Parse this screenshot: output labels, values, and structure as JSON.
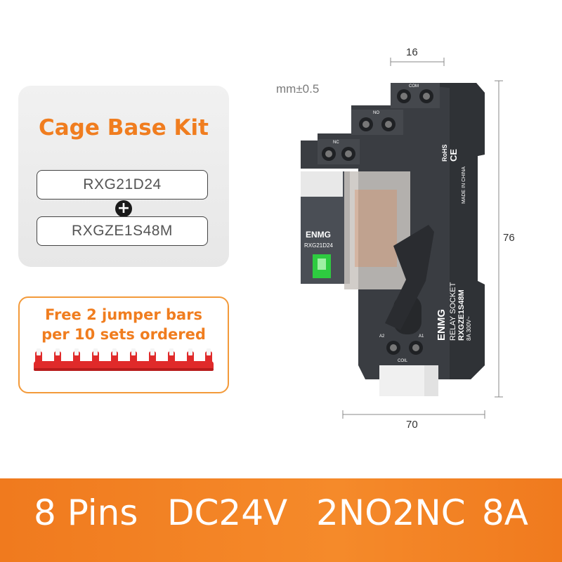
{
  "kit": {
    "title": "Cage Base Kit",
    "part_1": "RXG21D24",
    "plus": "+",
    "part_2": "RXGZE1S48M"
  },
  "promo": {
    "line_1": "Free 2 jumper bars",
    "line_2": "per 10 sets ordered"
  },
  "dimensions": {
    "tolerance": "mm±0.5",
    "width": "16",
    "height": "76",
    "depth": "70"
  },
  "product_labels": {
    "brand": "ENMG",
    "relay_model": "RXG21D24",
    "socket_title": "RELAY SOCKET",
    "socket_model": "RXGZE1S48M",
    "socket_rating": "8A 300V~",
    "made_in": "MADE IN CHINA",
    "rohs": "RoHS",
    "ce": "CE",
    "terminal_com": "COM",
    "terminal_no": "NO",
    "terminal_nc": "NC",
    "terminal_coil": "COIL",
    "terminal_a1": "A1",
    "terminal_a2": "A2"
  },
  "specs": {
    "pins": "8 Pins",
    "voltage": "DC24V",
    "contacts": "2NO2NC",
    "current": "8A"
  },
  "colors": {
    "accent_orange": "#f07d1f",
    "jumper_red": "#e02a2a",
    "socket_dark": "#3a3d42",
    "indicator_green": "#2ecc40"
  }
}
